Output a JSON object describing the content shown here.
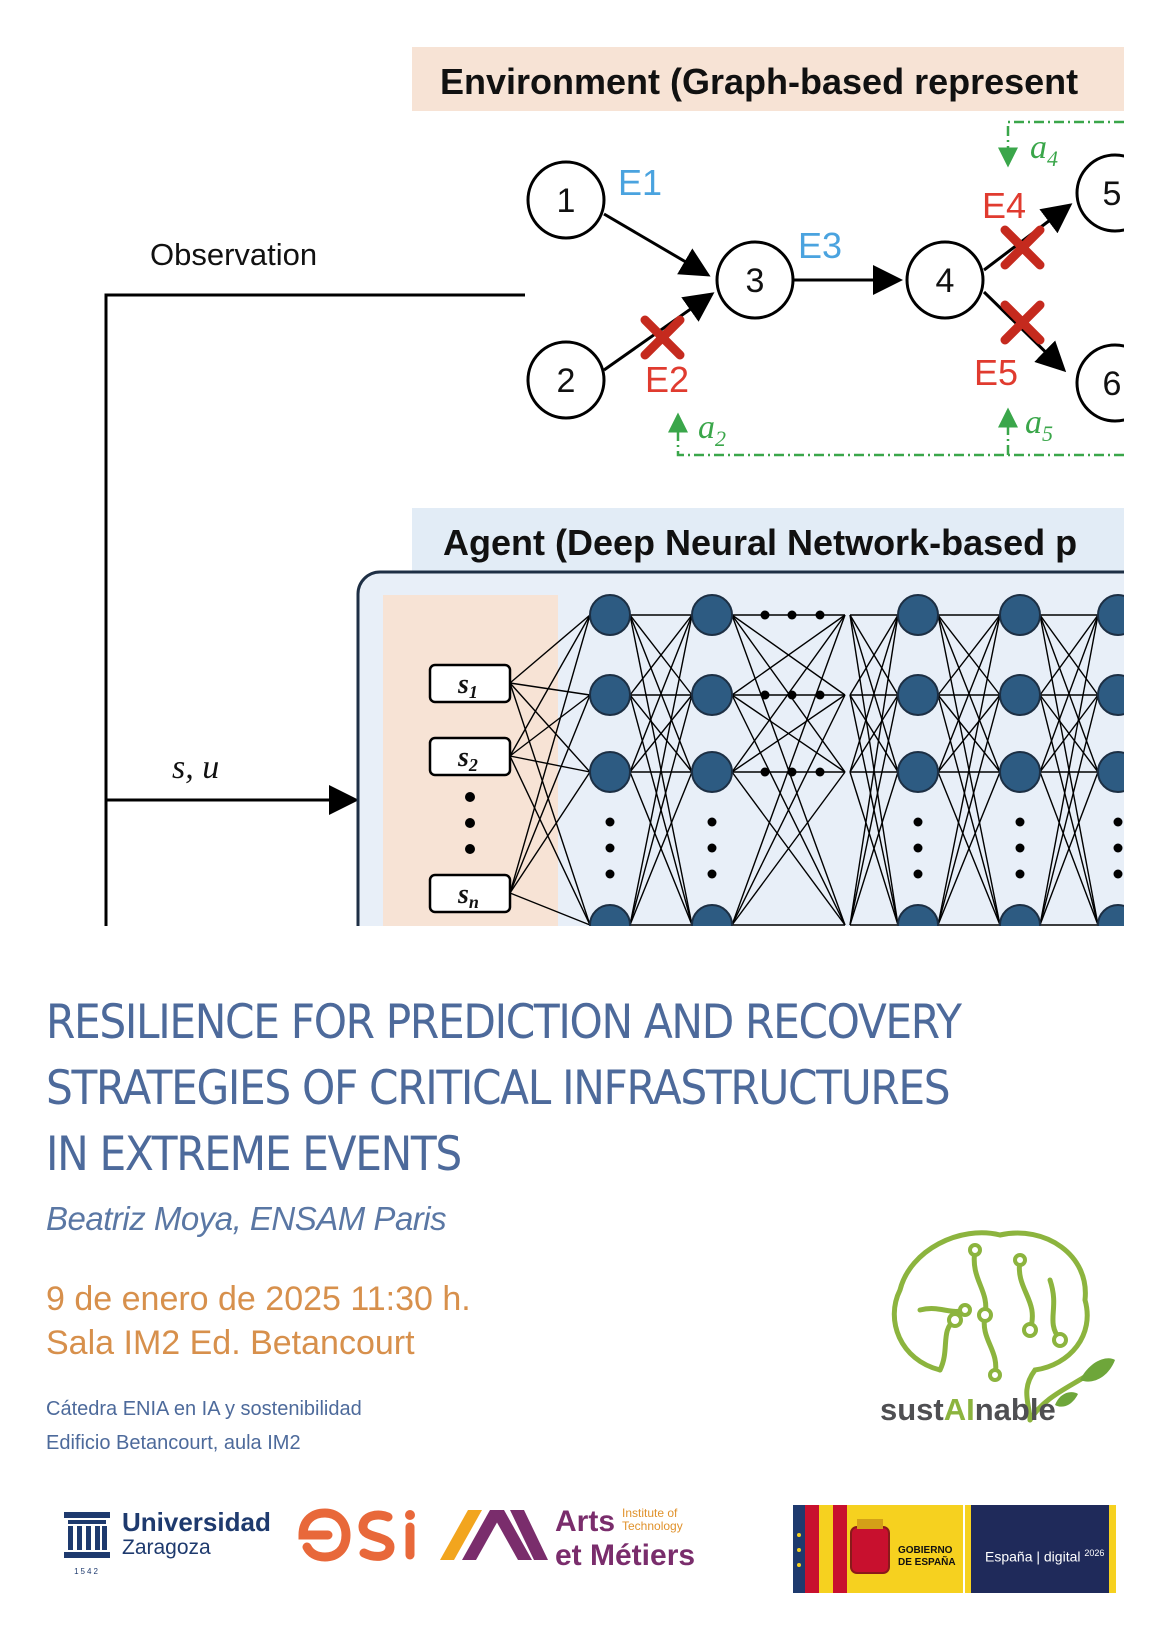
{
  "figure": {
    "env_header": "Environment (Graph-based represent",
    "agent_header": "Agent (Deep Neural Network-based p",
    "observation_label": "Observation",
    "su_label": "s, u",
    "nodes": [
      "1",
      "2",
      "3",
      "4",
      "5",
      "6"
    ],
    "edges": [
      "E1",
      "E2",
      "E3",
      "E4",
      "E5"
    ],
    "actions": {
      "a4": "4",
      "a2": "2",
      "a5": "5"
    },
    "action_letter": "a",
    "inputs": {
      "s1_base": "s",
      "s1_sub": "1",
      "s2_base": "s",
      "s2_sub": "2",
      "sn_base": "s",
      "sn_sub": "n"
    },
    "colors": {
      "edge_label": "#4aa3df",
      "failed_edge": "#e03b2f",
      "action": "#3aa64a",
      "neuron": "#2d5b82",
      "env_bg": "#f7e3d5",
      "agent_bg": "#e2ecf6"
    }
  },
  "title_lines": [
    "RESILIENCE FOR PREDICTION AND RECOVERY",
    "STRATEGIES OF CRITICAL INFRASTRUCTURES",
    "IN EXTREME EVENTS"
  ],
  "speaker": "Beatriz Moya, ENSAM Paris",
  "date": "9 de enero de 2025 11:30 h.",
  "location": "Sala IM2 Ed. Betancourt",
  "info_lines": [
    "Cátedra ENIA en IA y sostenibilidad",
    "Edificio Betancourt, aula IM2"
  ],
  "logos": {
    "sustainable": {
      "pre": "sust",
      "mid": "AI",
      "post": "nable"
    },
    "uz": {
      "line1": "Universidad",
      "line2": "Zaragoza",
      "year": "1542"
    },
    "esi": "esi",
    "am": {
      "line1": "Arts",
      "line2": "et Métiers",
      "small": "Institute of Technology"
    },
    "gov": {
      "line1": "GOBIERNO",
      "line2": "DE ESPAÑA",
      "digital": "España | digital",
      "digital_year": "2026"
    }
  }
}
